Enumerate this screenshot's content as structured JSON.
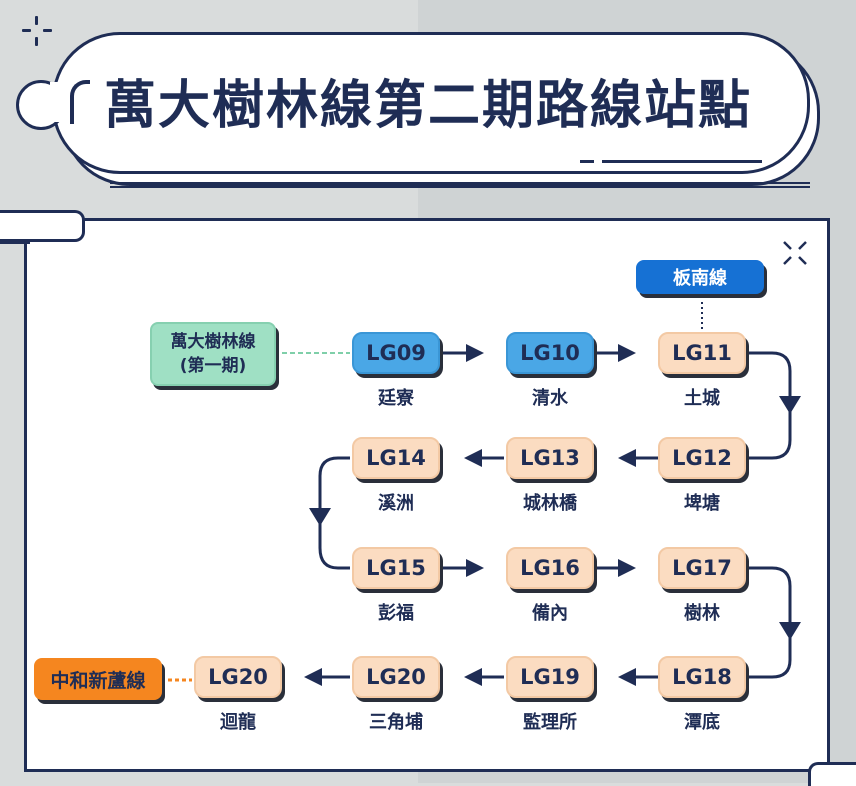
{
  "title": "萬大樹林線第二期路線站點",
  "colors": {
    "navy": "#1f2d55",
    "station_beige": "#fbdcc1",
    "station_blue": "#4aa7e6",
    "phase1_green": "#9fe0c4",
    "bannan_blue": "#1671d4",
    "zhonghe_orange": "#f5861f"
  },
  "connections": {
    "phase1": {
      "line1": "萬大樹林線",
      "line2": "(第一期)"
    },
    "bannan": "板南線",
    "zhonghe": "中和新蘆線"
  },
  "stations": [
    {
      "code": "LG09",
      "name": "廷寮"
    },
    {
      "code": "LG10",
      "name": "清水"
    },
    {
      "code": "LG11",
      "name": "土城"
    },
    {
      "code": "LG12",
      "name": "埤塘"
    },
    {
      "code": "LG13",
      "name": "城林橋"
    },
    {
      "code": "LG14",
      "name": "溪洲"
    },
    {
      "code": "LG15",
      "name": "彭福"
    },
    {
      "code": "LG16",
      "name": "備內"
    },
    {
      "code": "LG17",
      "name": "樹林"
    },
    {
      "code": "LG18",
      "name": "潭底"
    },
    {
      "code": "LG19",
      "name": "監理所"
    },
    {
      "code": "LG20",
      "name": "三角埔"
    },
    {
      "code": "LG20",
      "name": "迴龍"
    }
  ]
}
